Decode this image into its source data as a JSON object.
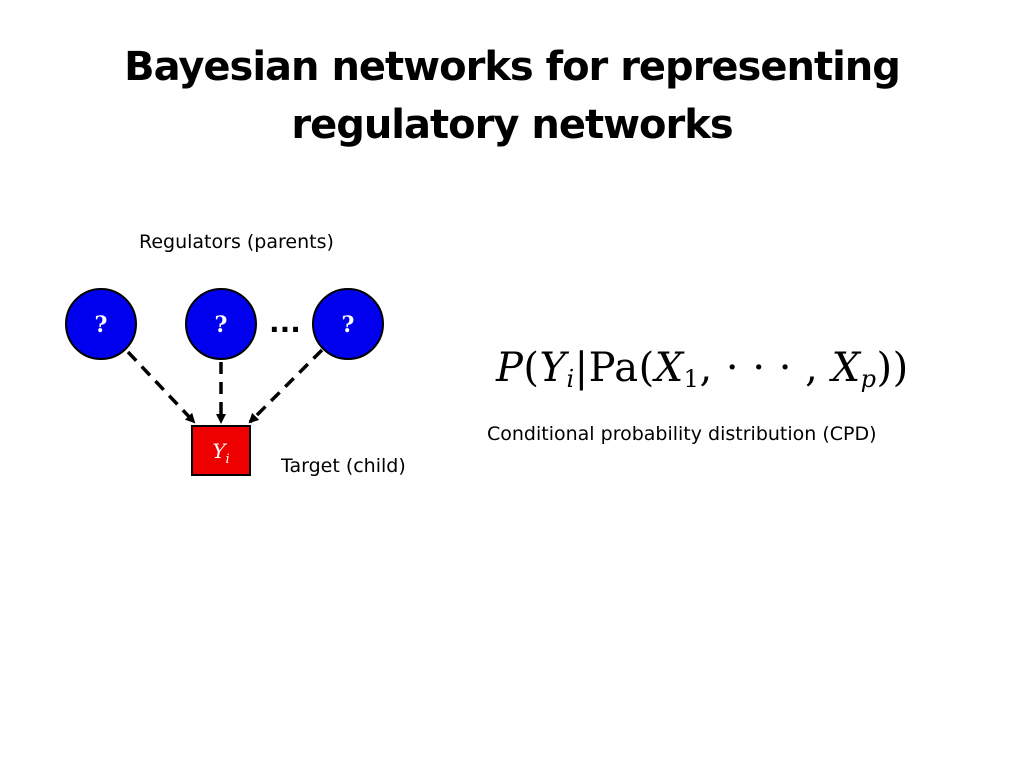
{
  "slide": {
    "title_lines": [
      "Bayesian networks for representing",
      "regulatory networks"
    ]
  },
  "diagram": {
    "regulators_label": "Regulators (parents)",
    "parent_node_labels": [
      "?",
      "?",
      "?"
    ],
    "ellipsis": "...",
    "target_node_label": "Y",
    "target_node_subscript": "i",
    "target_label": "Target (child)",
    "colors": {
      "parent_fill": "#0000ee",
      "target_fill": "#ee0000",
      "node_text": "#ffffff",
      "edge": "#000000"
    },
    "edge_style": "dashed-arrow"
  },
  "formula": {
    "P": "P",
    "open1": "(",
    "Y": "Y",
    "Y_sub": "i",
    "bar": "|",
    "Pa": "Pa",
    "open2": "(",
    "X1": "X",
    "X1_sub": "1",
    "sep1": ", ",
    "dots": "· · ·",
    "sep2": " , ",
    "Xp": "X",
    "Xp_sub": "p",
    "close": "))",
    "caption": "Conditional probability distribution (CPD)"
  }
}
